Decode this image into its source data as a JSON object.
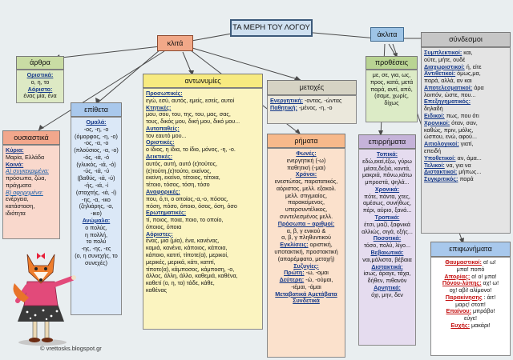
{
  "title": "ΤΑ ΜΕΡΗ ΤΟΥ ΛΟΓΟΥ",
  "klita": "κλιτά",
  "aklita": "άκλιτα",
  "arthra": {
    "title": "άρθρα",
    "lines": [
      {
        "label": "Οριστικά:"
      },
      {
        "text": "ο, η, το"
      },
      {
        "label": "Αόριστο:"
      },
      {
        "text": "ένας μία, ένα"
      }
    ]
  },
  "ousiastika": {
    "title": "ουσιαστικά",
    "lines": [
      {
        "label": "Κύρια:"
      },
      {
        "text": "Μαρία, Ελλάδα"
      },
      {
        "label": "Κοινά:"
      },
      {
        "label2": "Α) συγκεκριμένα:"
      },
      {
        "text": "πρόσωπα, ζώα,"
      },
      {
        "text": "πράγματα"
      },
      {
        "label2": "Β) αφηρημένα:"
      },
      {
        "text": "ενέργεια,"
      },
      {
        "text": "κατάσταση,"
      },
      {
        "text": "ιδιότητα"
      }
    ]
  },
  "epitheta": {
    "title": "επίθετα",
    "lines": [
      {
        "label": "Ομαλά:"
      },
      {
        "text": "-ος, -η, -ο"
      },
      {
        "text": "(όμορφος, -η, -ο)"
      },
      {
        "text": "-ος, -α, -ο"
      },
      {
        "text": "(πλούσιος, -α, -ο)"
      },
      {
        "text": "-ός, -ιά, -ό"
      },
      {
        "text": "(γλυκός, -ιά, -ό)"
      },
      {
        "text": "-ύς, -ιά, -ύ"
      },
      {
        "text": "(βαθύς, -ιά, -ύ)"
      },
      {
        "text": "-ής, -ιά, -ί"
      },
      {
        "text": "(σταχτής, -ιά, -ί)"
      },
      {
        "text": "-ης, -α, -ικο"
      },
      {
        "text": "(ζηλιάρης, -α, -ικο)"
      },
      {
        "text": " "
      },
      {
        "label": "Ανώμαλα:"
      },
      {
        "text": "ο πολύς,"
      },
      {
        "text": "η πολλή,"
      },
      {
        "text": "το πολύ"
      },
      {
        "text": "-ης, -ης, -ες"
      },
      {
        "text": "(ο, η συνεχής, το"
      },
      {
        "text": "συνεχές)"
      }
    ]
  },
  "antonymies": {
    "title": "αντωνυμίες",
    "lines": [
      {
        "label": "Προσωπικές:"
      },
      {
        "text": "εγώ, εσύ, αυτός, εμείς, εσείς, αυτοί"
      },
      {
        "label": "Κτητικές:"
      },
      {
        "text": "μου, σου, του, της, του, μας, σας,"
      },
      {
        "text": "τους, δικός μου, δική μου, δικό μου..."
      },
      {
        "label": "Αυτοπαθείς:"
      },
      {
        "text": "τον εαυτό μου..."
      },
      {
        "label": "Οριστικές:"
      },
      {
        "text": "ο ίδιος, η ίδια, το ίδιο, μόνος, -η, -ο."
      },
      {
        "label": "Δεικτικές:"
      },
      {
        "text": "αυτός, αυτή, αυτό (ε)τούτος,"
      },
      {
        "text": "(ε)τούτη,(ε)τούτο, εκείνος,"
      },
      {
        "text": "εκείνη, εκείνο, τέτοιος, τέτοια,"
      },
      {
        "text": "τέτοιο, τόσος, τόση, τόσο"
      },
      {
        "label": "Αναφορικές:"
      },
      {
        "text": "που, ό,τι, ο οποίος,-α,-ο, πόσος,"
      },
      {
        "text": "πόση, πόσο, όποιο, όσος, όση, όσο"
      },
      {
        "label": "Ερωτηματικές:"
      },
      {
        "text": "τί, ποιος, ποια, ποιο, το οποίο,"
      },
      {
        "text": "όποιος, όποια"
      },
      {
        "label": "Αόριστες:"
      },
      {
        "text": "ένας, μια (μία), ένα, κανένας,"
      },
      {
        "text": "καμιά, κανένα, κάποιος, κάποια,"
      },
      {
        "text": "κάποιο, κατιτί, τίποτε(α), μερικοί,"
      },
      {
        "text": "μερικές, μερικά, κάτι, κατιτί,"
      },
      {
        "text": "τίποτε(α), κάμποσος, κάμποση, -ο,"
      },
      {
        "text": "άλλος, άλλη, άλλο, καθεμιά, καθένα,"
      },
      {
        "text": "καθετί (ο, η, το) τάδε, κάθε,"
      },
      {
        "text": "καθένας"
      }
    ]
  },
  "metoxes": {
    "title": "μετοχές",
    "lines": [
      {
        "label": "Ενεργητική:",
        "text": " -οντας, -ώντας"
      },
      {
        "label": "Παθητική:",
        "text": " -μένος, -η, -ο"
      }
    ]
  },
  "rimata": {
    "title": "ρήματα",
    "lines": [
      {
        "label": "Φωνές:"
      },
      {
        "text": "ενεργητική (-ω)"
      },
      {
        "text": "παθητική (-μαι)"
      },
      {
        "label": "Χρόνοι:"
      },
      {
        "text": "ενεστώτας, παρατατικός,"
      },
      {
        "text": "αόριστος, μελλ. εξακολ."
      },
      {
        "text": "μελλ. στιγμιαίος,"
      },
      {
        "text": "παρακείμενος,"
      },
      {
        "text": "υπερσυντέλικος,"
      },
      {
        "text": "συντελεσμένος μελλ."
      },
      {
        "label": "Πρόσωπα – αριθμοί:"
      },
      {
        "text": "α, β, γ ενικού &"
      },
      {
        "text": "α, β, γ πληθυντικού"
      },
      {
        "label": "Εγκλίσεις:",
        "text": " οριστική,"
      },
      {
        "text": "υποτακτική, προστακτική"
      },
      {
        "text": "(απαρέμφατο, μετοχή)"
      },
      {
        "label": "Συζυγίες:"
      },
      {
        "label": "Πρώτη:",
        "text": " -ω, -ομαι"
      },
      {
        "label": "Δεύτερη:",
        "text": " -ώ, -ούμαι,"
      },
      {
        "text": "-ιέμαι, -άμαι"
      },
      {
        "label": "Μεταβατικά Αμετάβατα"
      },
      {
        "label": "Συνδετικά"
      }
    ]
  },
  "protheseis": {
    "title": "προθέσεις",
    "lines": [
      {
        "text": "με, σε, για, ως,"
      },
      {
        "text": "προς, κατά, μετά"
      },
      {
        "text": "παρά, αντί, από,"
      },
      {
        "text": "(σαμε, χωρίς,"
      },
      {
        "text": "δίχως"
      }
    ]
  },
  "epirrimata": {
    "title": "επιρρήματα",
    "lines": [
      {
        "label": "Τοπικά:"
      },
      {
        "text": "εδώ,εκεί,έξω, γύρω"
      },
      {
        "text": "μέσα,δεξιά, κοντά,"
      },
      {
        "text": "μακριά, πάνω,κάτω"
      },
      {
        "text": "μπροστά, ψηλά..."
      },
      {
        "label": "Χρονικά:"
      },
      {
        "text": "πότε, πάντα, χτες,"
      },
      {
        "text": "αμέσως, συνήθως,"
      },
      {
        "text": "πέρι, αύριο, ξανά..."
      },
      {
        "label": "Τροπικά:"
      },
      {
        "text": "έτσι, μαζί, ξαφνικά"
      },
      {
        "text": "αλλιώς, σιγά, εξής..."
      },
      {
        "label": "Ποσοτικά:"
      },
      {
        "text": "τόσο, πολύ, λίγο..."
      },
      {
        "label": "Βεβαιωτικά:"
      },
      {
        "text": "ναι,μάλιστα, βέβαια"
      },
      {
        "label": "Διστακτικά:"
      },
      {
        "text": "ίσως, άραγε, τάχα,"
      },
      {
        "text": "δήθεν, πιθανόν"
      },
      {
        "label": "Αρνητικά:"
      },
      {
        "text": "όχι, μην, δεν"
      }
    ]
  },
  "syndesmoi": {
    "title": "σύνδεσμοι",
    "lines": [
      {
        "label": "Συμπλεκτικοί:",
        "text": " και,"
      },
      {
        "text": "ούτε, μήτε, ουδέ"
      },
      {
        "label": "Διαχωριστικοί:",
        "text": " ή, είτε"
      },
      {
        "label": "Αντιθετικοί:",
        "text": " όμως,μα,"
      },
      {
        "text": "παρά, αλλά, αν και"
      },
      {
        "label": "Αποτελεσματικοί:",
        "text": " άρα"
      },
      {
        "text": "λοιπόν, ώστε, που..."
      },
      {
        "label": "Επεξηγηματικός:"
      },
      {
        "text": "δηλαδή"
      },
      {
        "label": "Ειδικοί:",
        "text": " πως, που ότι"
      },
      {
        "label": "Χρονικοί:",
        "text": " όταν, σαν,"
      },
      {
        "text": "καθώς, πριν, μόλις,"
      },
      {
        "text": "ώσπου, ενώ, αφού..."
      },
      {
        "label": "Αιτιολογικοί:",
        "text": " γιατί,"
      },
      {
        "text": "επειδή"
      },
      {
        "label": "Υποθετικοί:",
        "text": " αν, άμα..."
      },
      {
        "label": "Τελικοί:",
        "text": " να, για να"
      },
      {
        "label": "Διστακτικοί:",
        "text": " μήπως..."
      },
      {
        "label": "Συγκριτικός:",
        "text": " παρά"
      }
    ]
  },
  "epifonimata": {
    "title": "επιφωνήματα",
    "lines": [
      {
        "red": "Θαυμαστικοί:",
        "text": " α! ω!"
      },
      {
        "text": "μπα! ποπό"
      },
      {
        "red": "Απορίας:",
        "text": " α! ο! μπα!"
      },
      {
        "red": "Πόνου-λύπης:",
        "text": " αχ! ω!"
      },
      {
        "text": "οχ! αβί! αλίμονο!"
      },
      {
        "red": "Παρακίνησης",
        "text": " : άιτ!"
      },
      {
        "text": "μαρς! στοπ!"
      },
      {
        "red": "Επαίνου:",
        "text": " μπράβο!"
      },
      {
        "text": "εύγε!"
      },
      {
        "red": "Ευχής:",
        "text": " μακάρι!"
      }
    ]
  },
  "credit": "© vrettosks.blogspot.gr"
}
